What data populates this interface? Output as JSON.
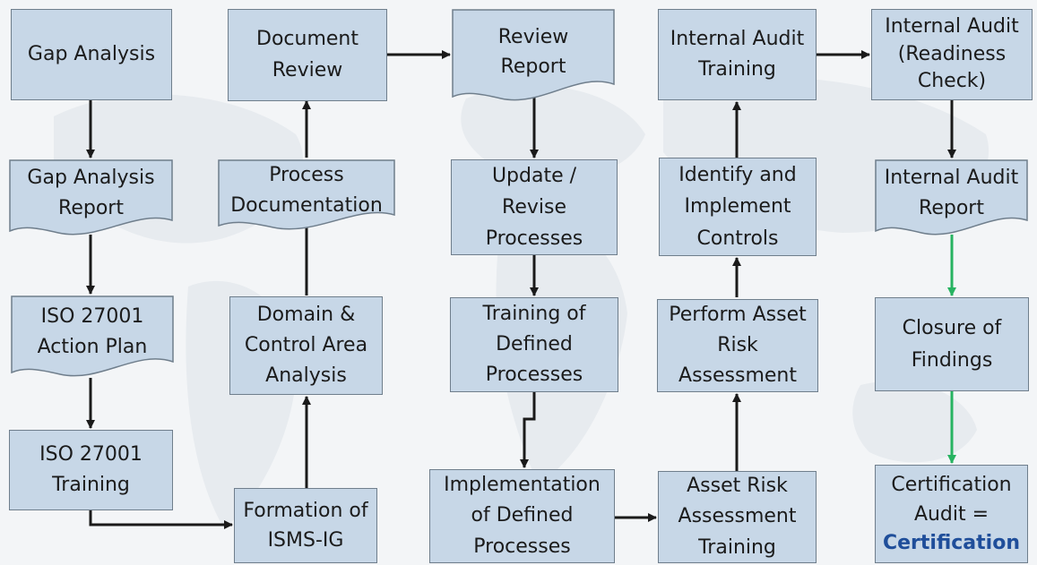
{
  "nodes": {
    "gap_analysis": "Gap Analysis",
    "gap_analysis_report": "Gap Analysis Report",
    "action_plan": "ISO 27001 Action Plan",
    "iso_training": "ISO 27001 Training",
    "formation_isms": "Formation of ISMS-IG",
    "domain_control": "Domain & Control Area Analysis",
    "process_documentation": "Process Documentation",
    "document_review": "Document Review",
    "review_report": "Review Report",
    "update_revise": "Update / Revise Processes",
    "training_defined": "Training of Defined Processes",
    "implementation_defined": "Implementation of Defined Processes",
    "asset_risk_training": "Asset Risk Assessment Training",
    "perform_asset_risk": "Perform Asset Risk Assessment",
    "identify_controls": "Identify and Implement Controls",
    "internal_audit_training": "Internal Audit Training",
    "internal_audit_readiness": "Internal Audit (Readiness Check)",
    "internal_audit_report": "Internal Audit Report",
    "closure_findings": "Closure of Findings",
    "certification_audit": "Certification Audit =",
    "certification_highlight": "Certification"
  },
  "colors": {
    "box_fill": "#c7d7e7",
    "box_border": "#6f7e8c",
    "arrow": "#1a1a1a",
    "green_arrow": "#27b361",
    "highlight_text": "#1f4e9a"
  }
}
